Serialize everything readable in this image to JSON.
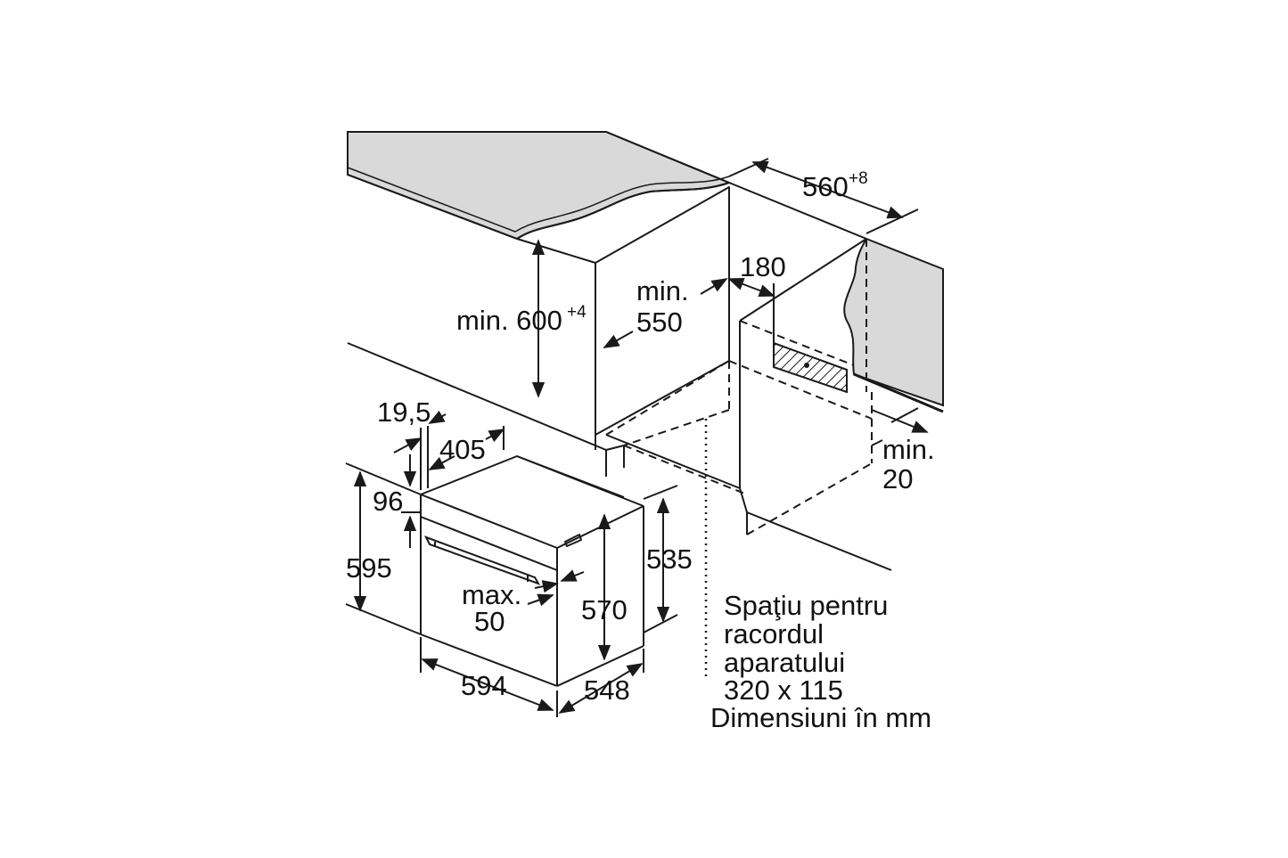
{
  "labels": {
    "width_niche": "560",
    "width_niche_tol": "+8",
    "height_niche_prefix": "min. 600",
    "height_niche_tol": "+4",
    "depth_niche_1": "min.",
    "depth_niche_2": "550",
    "vent_180": "180",
    "min20_1": "min.",
    "min20_2": "20",
    "d19_5": "19,5",
    "d405": "405",
    "d96": "96",
    "d595": "595",
    "d535": "535",
    "d570": "570",
    "max50_1": "max.",
    "max50_2": "50",
    "d594": "594",
    "d548": "548"
  },
  "note": {
    "line1": "Spaţiu pentru",
    "line2": "racordul",
    "line3": "aparatului",
    "line4": "320 x 115",
    "line5": "Dimensiuni în mm"
  }
}
